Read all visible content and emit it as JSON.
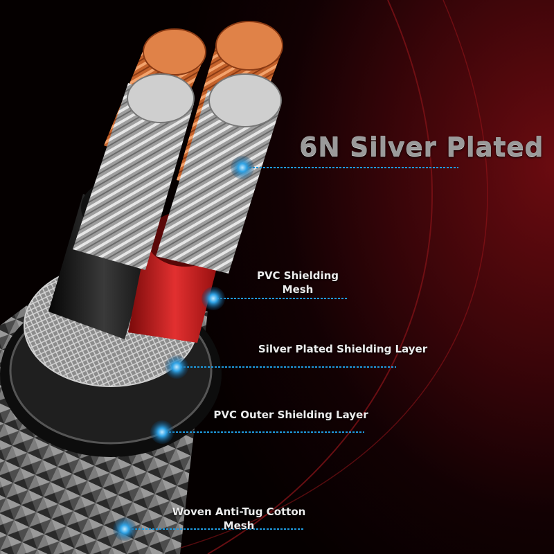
{
  "headline": "6N Silver Plated",
  "callouts": [
    {
      "id": "pvc-shielding-mesh",
      "line1": "PVC Shielding",
      "line2": "Mesh"
    },
    {
      "id": "silver-plated-shielding-layer",
      "line1": "Silver Plated Shielding Layer",
      "line2": ""
    },
    {
      "id": "pvc-outer-shielding-layer",
      "line1": "PVC Outer Shielding Layer",
      "line2": ""
    },
    {
      "id": "woven-anti-tug-cotton-mesh",
      "line1": "Woven Anti-Tug Cotton",
      "line2": "Mesh"
    }
  ],
  "colors": {
    "accent_blue": "#1f9be0",
    "copper": "#d9753a",
    "silver": "#b8b8b8",
    "red_insulation": "#d01e1e",
    "black_insulation": "#1a1a1a"
  }
}
